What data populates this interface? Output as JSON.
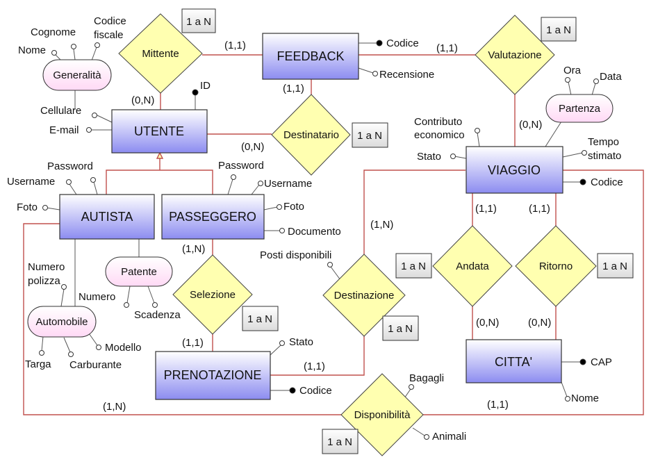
{
  "colors": {
    "line": "#c0504d",
    "entity_top": "#ffffff",
    "entity_bottom": "#8c8cf0",
    "relationship_fill": "#ffffb0",
    "composite_fill": "#ffd9f5",
    "badge_fill": "#dcdcdc"
  },
  "entities": {
    "feedback": "FEEDBACK",
    "utente": "UTENTE",
    "viaggio": "VIAGGIO",
    "autista": "AUTISTA",
    "passeggero": "PASSEGGERO",
    "prenotazione": "PRENOTAZIONE",
    "citta": "CITTA'"
  },
  "relationships": {
    "mittente": "Mittente",
    "valutazione": "Valutazione",
    "destinatario": "Destinatario",
    "andata": "Andata",
    "ritorno": "Ritorno",
    "selezione": "Selezione",
    "destinazione": "Destinazione",
    "disponibilita": "Disponibilità"
  },
  "composites": {
    "generalita": "Generalità",
    "partenza": "Partenza",
    "patente": "Patente",
    "automobile": "Automobile"
  },
  "attributes": {
    "cognome": "Cognome",
    "codice_fiscale_1": "Codice",
    "codice_fiscale_2": "fiscale",
    "nome_utente": "Nome",
    "cellulare": "Cellulare",
    "email": "E-mail",
    "id": "ID",
    "codice_feedback": "Codice",
    "recensione": "Recensione",
    "ora": "Ora",
    "data": "Data",
    "contributo_1": "Contributo",
    "contributo_2": "economico",
    "stato_viaggio": "Stato",
    "tempo_1": "Tempo",
    "tempo_2": "stimato",
    "codice_viaggio": "Codice",
    "password_autista": "Password",
    "username_autista": "Username",
    "foto_autista": "Foto",
    "password_passeggero": "Password",
    "username_passeggero": "Username",
    "foto_passeggero": "Foto",
    "documento": "Documento",
    "numero_polizza_1": "Numero",
    "numero_polizza_2": "polizza",
    "numero_patente": "Numero",
    "scadenza": "Scadenza",
    "targa": "Targa",
    "carburante": "Carburante",
    "modello": "Modello",
    "posti": "Posti disponibili",
    "stato_prenotazione": "Stato",
    "codice_prenotazione": "Codice",
    "cap": "CAP",
    "nome_citta": "Nome",
    "bagagli": "Bagagli",
    "animali": "Animali"
  },
  "cardinalities": {
    "mittente_feedback": "(1,1)",
    "mittente_utente": "(0,N)",
    "valutazione_feedback": "(1,1)",
    "valutazione_viaggio": "(0,N)",
    "destinatario_feedback": "(1,1)",
    "destinatario_utente": "(0,N)",
    "andata_viaggio": "(1,1)",
    "andata_citta": "(0,N)",
    "ritorno_viaggio": "(1,1)",
    "ritorno_citta": "(0,N)",
    "selezione_passeggero": "(1,N)",
    "selezione_prenotazione": "(1,1)",
    "destinazione_viaggio": "(1,N)",
    "destinazione_prenotazione": "(1,1)",
    "disponibilita_autista": "(1,N)",
    "disponibilita_viaggio": "(1,1)"
  },
  "badges": {
    "mittente": "1 a N",
    "valutazione": "1 a N",
    "destinatario": "1 a N",
    "andata": "1 a N",
    "ritorno": "1 a N",
    "selezione": "1 a N",
    "destinazione": "1 a N",
    "disponibilita": "1 a N"
  }
}
